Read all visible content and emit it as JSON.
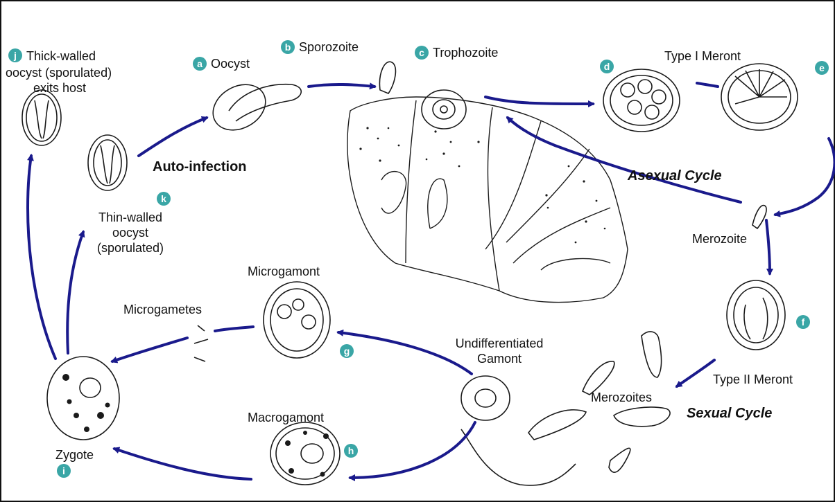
{
  "colors": {
    "arrow": "#1a1a8c",
    "badge": "#3aa6a6",
    "ink": "#1a1a1a"
  },
  "stages": {
    "a": {
      "badge": "a",
      "label": "Oocyst"
    },
    "b": {
      "badge": "b",
      "label": "Sporozoite"
    },
    "c": {
      "badge": "c",
      "label": "Trophozoite"
    },
    "d": {
      "badge": "d"
    },
    "e": {
      "badge": "e"
    },
    "type1": {
      "label": "Type I Meront"
    },
    "merozoite": {
      "label": "Merozoite"
    },
    "f": {
      "badge": "f",
      "label": "Type II Meront"
    },
    "merozoites": {
      "label": "Merozoites"
    },
    "gamont": {
      "label": "Undifferentiated\nGamont"
    },
    "g": {
      "badge": "g",
      "label": "Microgamont"
    },
    "microgametes": {
      "label": "Microgametes"
    },
    "h": {
      "badge": "h",
      "label": "Macrogamont"
    },
    "i": {
      "badge": "i",
      "label": "Zygote"
    },
    "j": {
      "badge": "j",
      "label_line1": "Thick-walled",
      "label_rest": "oocyst (sporulated)\n        exits host"
    },
    "k": {
      "badge": "k",
      "label": "Thin-walled\noocyst\n(sporulated)"
    }
  },
  "cycles": {
    "auto": "Auto-infection",
    "asexual": "Asexual Cycle",
    "sexual": "Sexual Cycle"
  }
}
